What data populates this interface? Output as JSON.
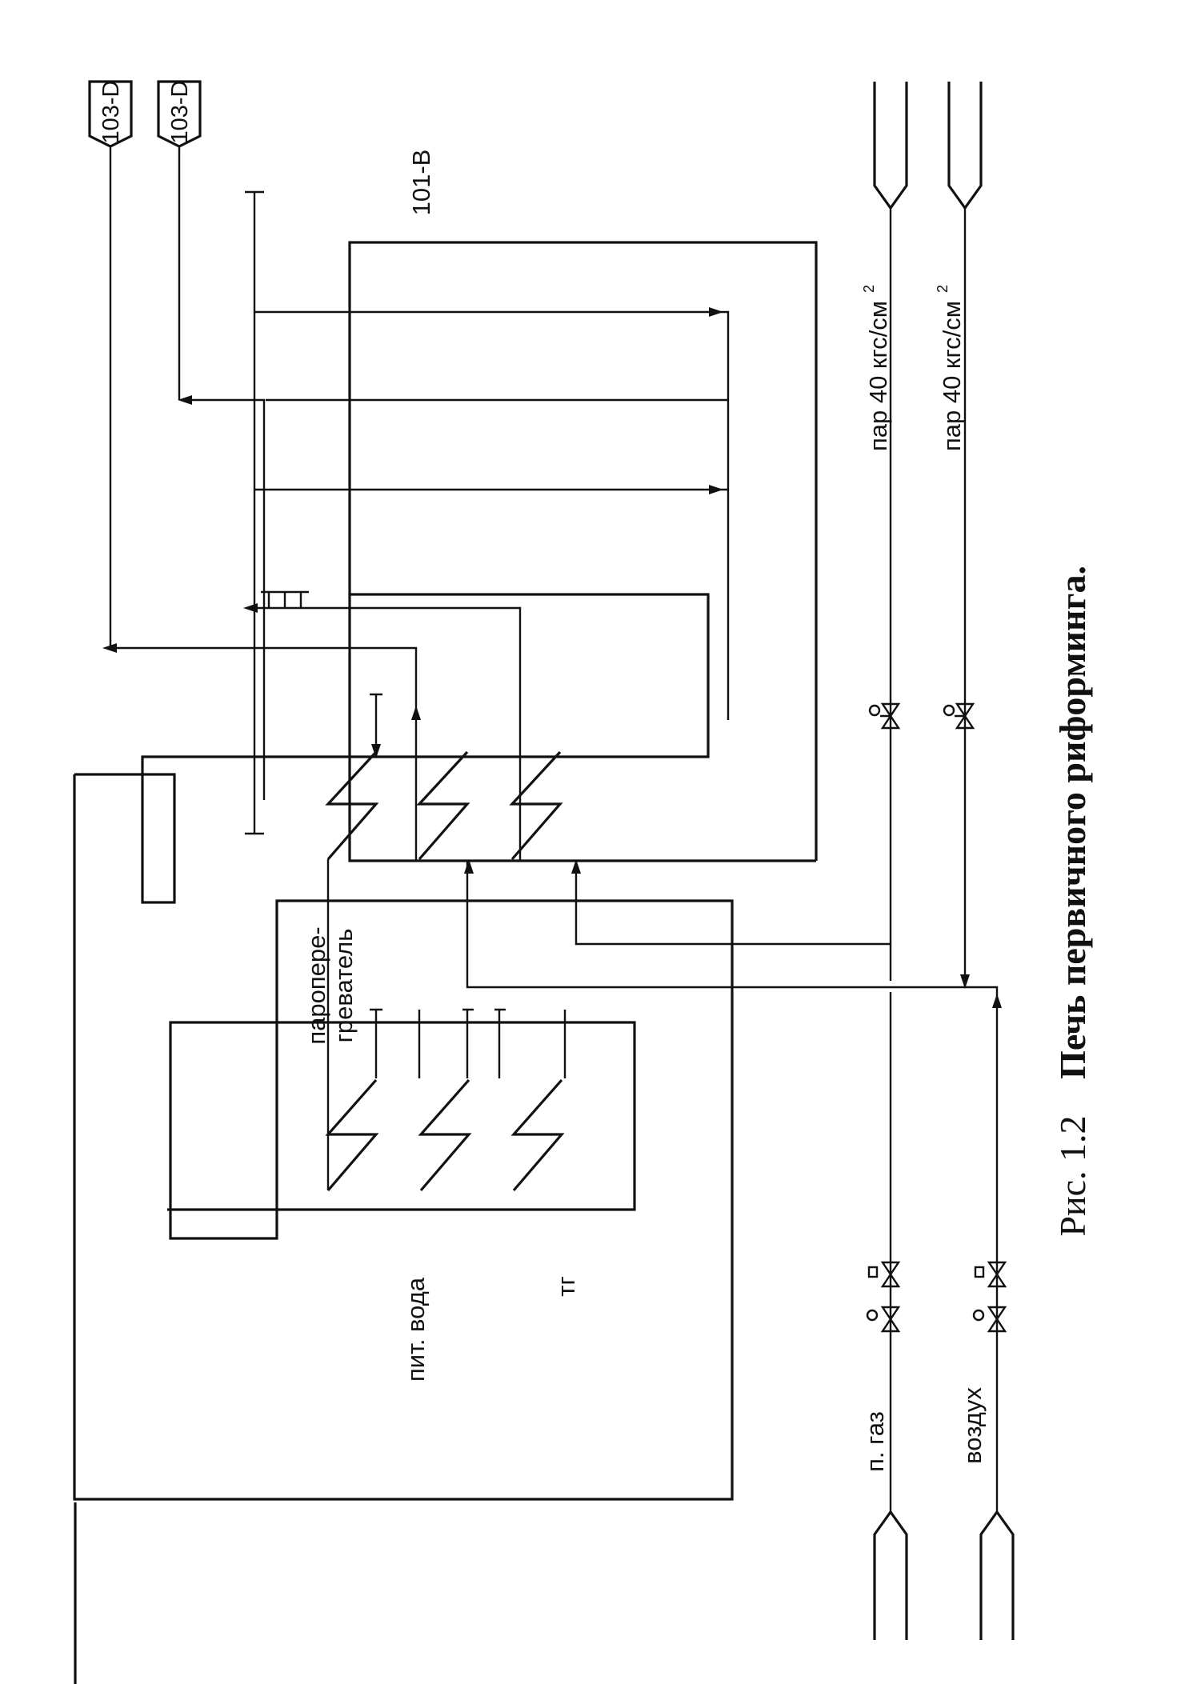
{
  "figure": {
    "caption_number": "Рис. 1.2",
    "caption_title": "Печь первичного риформинга."
  },
  "labels": {
    "furnace_id": "101-B",
    "superheater_line1": "паропере-",
    "superheater_line2": "греватель",
    "feed_water": "пит. вода",
    "fuel_gas": "тг",
    "natural_gas": "п. газ",
    "air": "воздух",
    "steam_1_main": "пар 40 кгс/см",
    "steam_1_sup": "2",
    "steam_2_main": "пар 40 кгс/см",
    "steam_2_sup": "2"
  },
  "tags": {
    "tag_upper": "103-D",
    "tag_lower": "103-D"
  },
  "colors": {
    "line": "#111111",
    "background": "#ffffff"
  }
}
